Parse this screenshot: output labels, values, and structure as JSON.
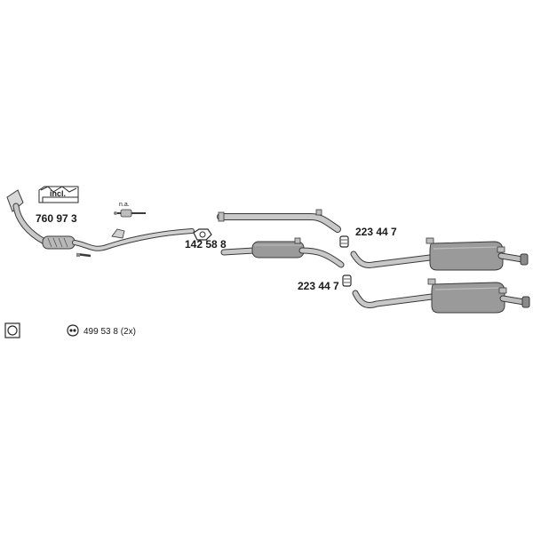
{
  "labels": {
    "incl": "incl.",
    "part_catalytic": "760 97 3",
    "na": "n.a.",
    "part_clamp_front": "142 58 8",
    "part_clamp_upper": "223 44 7",
    "part_clamp_lower": "223 44 7",
    "part_rubber_mount": "499 53 8 (2x)"
  },
  "colors": {
    "pipe_fill": "#c8c8c8",
    "pipe_stroke": "#3a3a3a",
    "muffler_fill": "#9a9a9a",
    "text": "#1a1a1a"
  }
}
